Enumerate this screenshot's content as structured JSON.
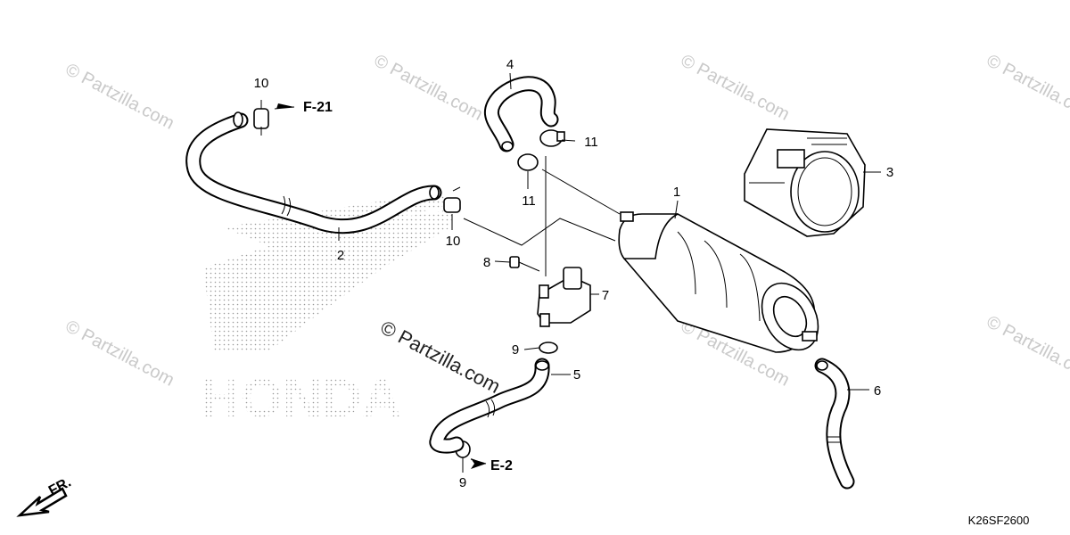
{
  "diagram": {
    "callouts": [
      {
        "id": "p1",
        "label": "1"
      },
      {
        "id": "p2",
        "label": "2"
      },
      {
        "id": "p3",
        "label": "3"
      },
      {
        "id": "p4",
        "label": "4"
      },
      {
        "id": "p5",
        "label": "5"
      },
      {
        "id": "p6",
        "label": "6"
      },
      {
        "id": "p7",
        "label": "7"
      },
      {
        "id": "p8",
        "label": "8"
      },
      {
        "id": "p9a",
        "label": "9"
      },
      {
        "id": "p9b",
        "label": "9"
      },
      {
        "id": "p10a",
        "label": "10"
      },
      {
        "id": "p10b",
        "label": "10"
      },
      {
        "id": "p11a",
        "label": "11"
      },
      {
        "id": "p11b",
        "label": "11"
      }
    ],
    "refs": {
      "f21": "F-21",
      "e2": "E-2",
      "front": "FR."
    },
    "diagram_code": "K26SF2600",
    "brand_mark": "HONDA",
    "watermark_main": "© Partzilla.com",
    "watermark_tile": "© Partzilla.com"
  }
}
